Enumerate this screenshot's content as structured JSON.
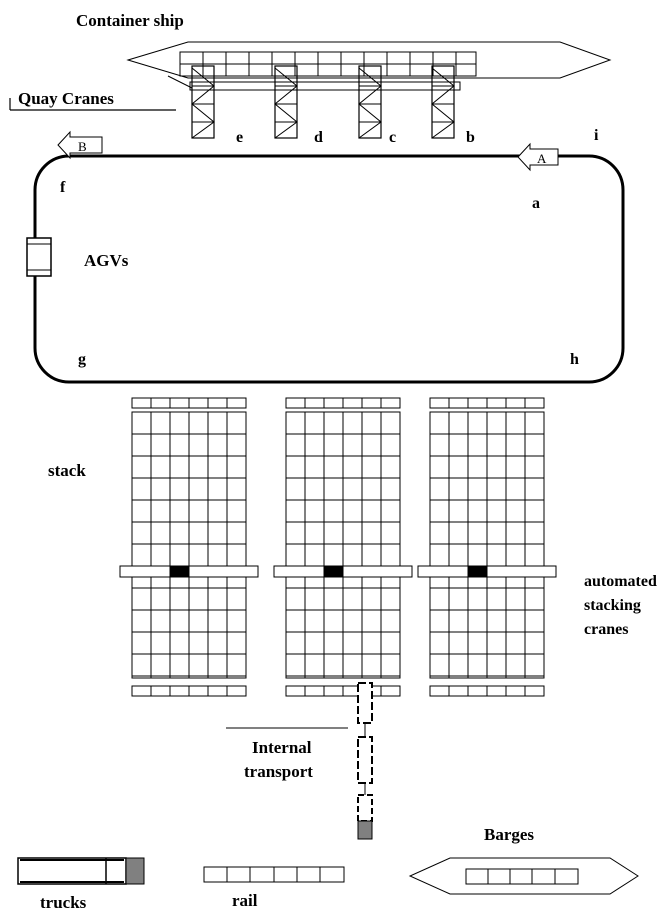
{
  "labels": {
    "container_ship": "Container ship",
    "quay_cranes": "Quay Cranes",
    "agvs": "AGVs",
    "stack": "stack",
    "asc": [
      "automated",
      "stacking",
      "cranes"
    ],
    "internal_transport": [
      "Internal",
      "transport"
    ],
    "barges": "Barges",
    "trucks": "trucks",
    "rail": "rail"
  },
  "points": {
    "a": "a",
    "b": "b",
    "c": "c",
    "d": "d",
    "e": "e",
    "f": "f",
    "g": "g",
    "h": "h",
    "i": "i"
  },
  "arrows": {
    "A": "A",
    "B": "B"
  },
  "colors": {
    "line": "#000000",
    "fill_dark": "#000000",
    "fill_grey": "#808080",
    "background": "#ffffff"
  }
}
